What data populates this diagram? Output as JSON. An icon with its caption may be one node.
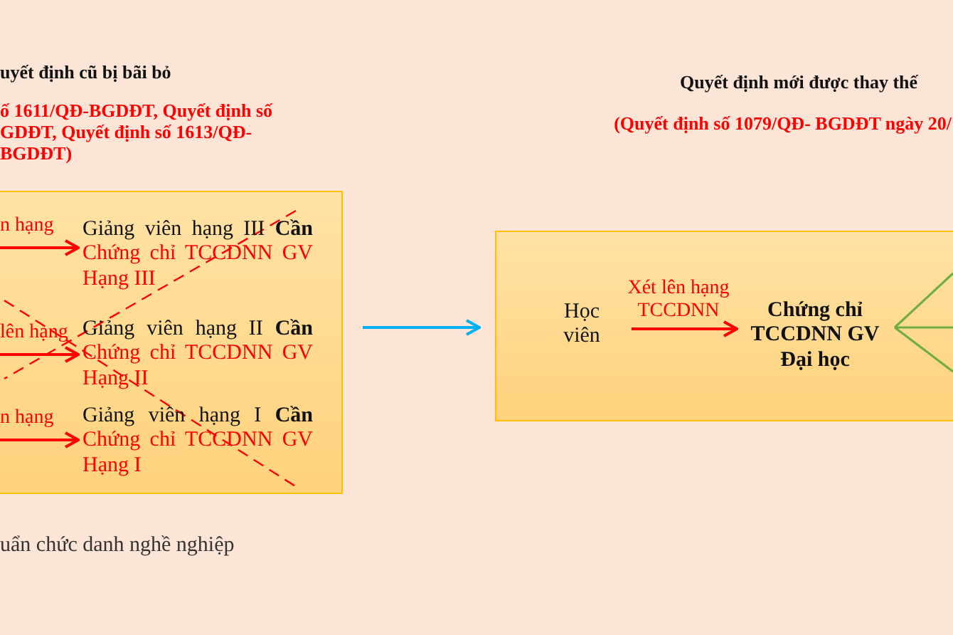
{
  "diagram": {
    "nodes": [
      {
        "text": [],
        "shape": "box"
      },
      {
        "text": [
          "Giảng viên hạng III **Cần**",
          "Chứng chỉ TCCDNN GV Hạng III"
        ],
        "in": 0
      },
      {
        "text": [
          "Giảng viên hạng II **Cần**",
          "Chứng chỉ TCCDNN GV Hạng II"
        ],
        "in": 0
      },
      {
        "text": [
          "Giảng viên hạng I **Cần**",
          "Chứng chỉ TCCDNN GV Hạng I"
        ],
        "in": 0
      },
      {
        "text": [],
        "shape": "box"
      },
      {
        "text": [
          "Học viên"
        ],
        "in": 4
      },
      {
        "text": [
          "Chứng chỉ TCCDNN GV Đại học"
        ],
        "in": 4
      }
    ],
    "edges": [
      {
        "from": null,
        "to": 1,
        "arrow": "to",
        "label": "n hạng",
        "color": "#ff0000"
      },
      {
        "from": null,
        "to": 2,
        "arrow": "to",
        "label": "lên hạng",
        "color": "#ff0000"
      },
      {
        "from": null,
        "to": 3,
        "arrow": "to",
        "label": "n hạng",
        "color": "#ff0000"
      },
      {
        "from": 0,
        "to": 4,
        "arrow": "to",
        "color": "#00b0f0"
      },
      {
        "from": 5,
        "to": 6,
        "arrow": "to",
        "label": "Xét lên hạng TCCDNN",
        "color": "#ff0000"
      },
      {
        "from": 6,
        "to": null,
        "arrow": "none",
        "color": "#70ad47"
      },
      {
        "from": 6,
        "to": null,
        "arrow": "none",
        "color": "#70ad47"
      },
      {
        "from": 6,
        "to": null,
        "arrow": "none",
        "color": "#70ad47"
      }
    ],
    "labels": [
      "uyết định cũ bị bãi bỏ",
      "ố 1611/QĐ-BGDĐT, Quyết định số GDĐT, Quyết định số 1613/QĐ- BGDĐT)",
      "Quyết định mới được thay thế",
      "(Quyết định số 1079/QĐ- BGDĐT ngày 20/",
      "uẩn chức danh nghề nghiệp"
    ]
  }
}
